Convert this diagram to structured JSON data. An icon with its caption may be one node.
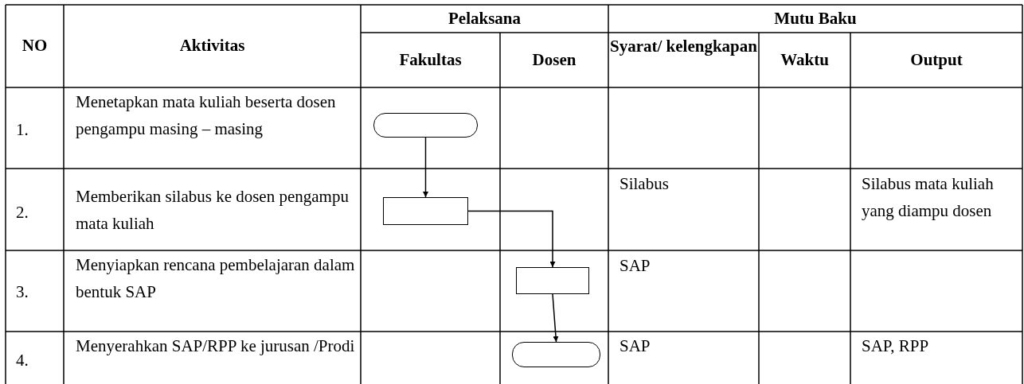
{
  "diagram": {
    "nodes": [
      {
        "text": [],
        "shape": "pill"
      },
      {
        "text": [],
        "shape": "box"
      },
      {
        "text": [],
        "shape": "box"
      },
      {
        "text": [],
        "shape": "pill"
      }
    ],
    "edges": [
      {
        "from": 0,
        "to": 1,
        "arrow": "to"
      },
      {
        "from": 1,
        "to": 2,
        "arrow": "to"
      },
      {
        "from": 2,
        "to": 3,
        "arrow": "to"
      }
    ],
    "labels": [
      "NO",
      "Aktivitas",
      "Pelaksana",
      "Mutu Baku",
      "Fakultas",
      "Dosen",
      "Syarat/ kelengkapan",
      "Waktu",
      "Output",
      "1.",
      "Menetapkan mata kuliah beserta dosen pengampu masing – masing",
      "2.",
      "Memberikan silabus ke dosen pengampu mata kuliah",
      "Silabus",
      "Silabus mata kuliah yang diampu dosen",
      "3.",
      "Menyiapkan rencana pembelajaran dalam bentuk SAP",
      "SAP",
      "4.",
      "Menyerahkan SAP/RPP ke jurusan /Prodi",
      "SAP",
      "SAP, RPP"
    ]
  }
}
